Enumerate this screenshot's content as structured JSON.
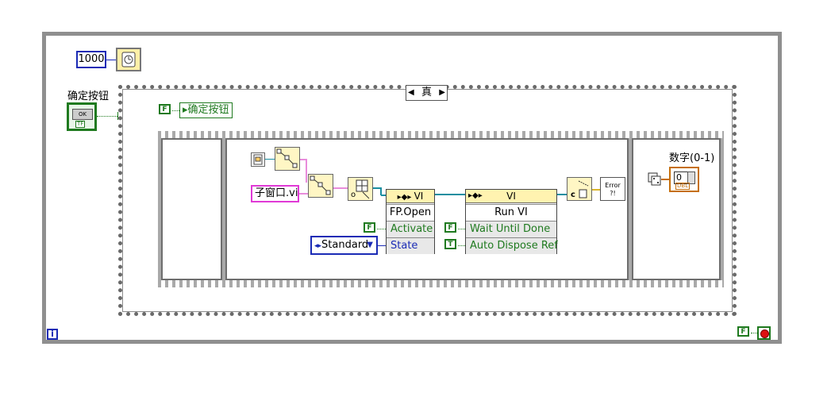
{
  "diagram": {
    "wait_ms_constant": "1000",
    "button_terminal_label": "确定按钮",
    "case_selector_value": "真",
    "case_left_arrow": "◀",
    "case_right_arrow": "▶",
    "bool_false_label": "F",
    "bool_true_label": "T",
    "local_variable_label": "▸确定按钮",
    "vi_path_constant": "子窗口.vi",
    "window_state_constant": "Standard",
    "fp_open_node": {
      "header": "VI",
      "title": "FP.Open",
      "properties": [
        "Activate",
        "State"
      ]
    },
    "run_vi_node": {
      "header": "VI",
      "title": "Run VI",
      "properties": [
        "Wait Until Done",
        "Auto Dispose Ref"
      ]
    },
    "numeric_label": "数字(0-1)",
    "numeric_value": "0",
    "button_ok_text": "OK",
    "tf_badge": "TF",
    "dbl_badge": "DBL",
    "info_icon": "i",
    "error_icon_text": "Error",
    "colors": {
      "loop_border": "#8f8f8f",
      "boolean_green": "#1f7a1f",
      "numeric_blue": "#1a2bb5",
      "path_pink": "#e03ad6",
      "refnum_teal": "#1a8ea0",
      "dbl_orange": "#c56f0c"
    },
    "icons": [
      "wait-ms-icon",
      "ok-button-icon",
      "vi-server-open-icon",
      "path-build-icon",
      "open-vi-ref-icon",
      "close-ref-icon",
      "error-handler-icon",
      "random-number-icon",
      "stop-icon",
      "info-icon"
    ]
  }
}
